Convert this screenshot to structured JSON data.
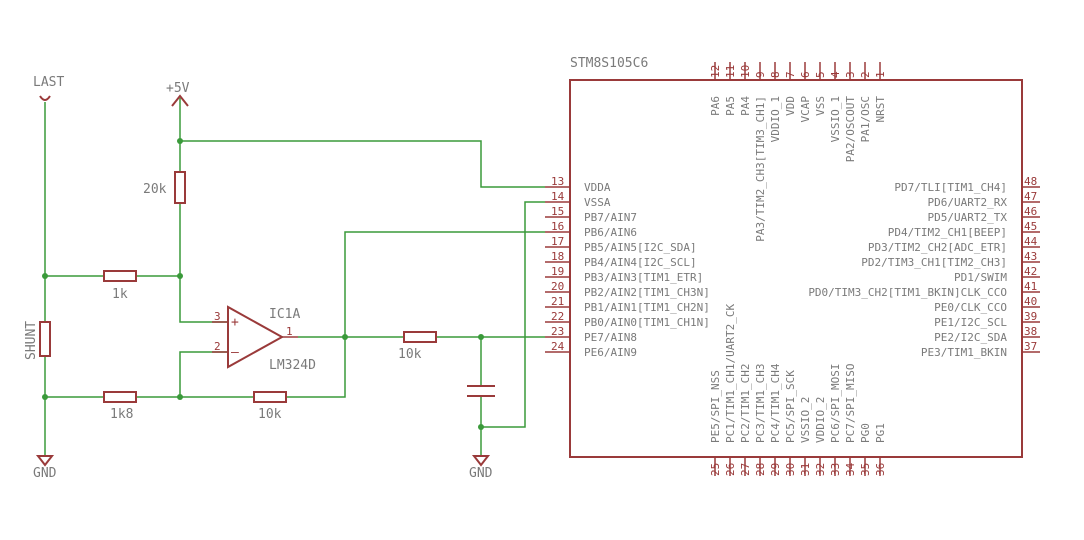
{
  "labels": {
    "last": "LAST",
    "vcc": "+5V",
    "gnd_left": "GND",
    "gnd_cap": "GND",
    "r_top": "20k",
    "r_1k": "1k",
    "r_1k8": "1k8",
    "r_10k_fb": "10k",
    "r_10k_out": "10k",
    "shunt": "SHUNT",
    "opamp_name": "IC1A",
    "opamp_value": "LM324D",
    "opamp_plus": "+",
    "opamp_minus": "–",
    "opamp_pin_plus": "3",
    "opamp_pin_minus": "2",
    "opamp_pin_out": "1",
    "mcu_name": "STM8S105C6"
  },
  "mcu": {
    "left_pins": [
      {
        "num": "13",
        "label": "VDDA"
      },
      {
        "num": "14",
        "label": "VSSA"
      },
      {
        "num": "15",
        "label": "PB7/AIN7"
      },
      {
        "num": "16",
        "label": "PB6/AIN6"
      },
      {
        "num": "17",
        "label": "PB5/AIN5[I2C_SDA]"
      },
      {
        "num": "18",
        "label": "PB4/AIN4[I2C_SCL]"
      },
      {
        "num": "19",
        "label": "PB3/AIN3[TIM1_ETR]"
      },
      {
        "num": "20",
        "label": "PB2/AIN2[TIM1_CH3N]"
      },
      {
        "num": "21",
        "label": "PB1/AIN1[TIM1_CH2N]"
      },
      {
        "num": "22",
        "label": "PB0/AIN0[TIM1_CH1N]"
      },
      {
        "num": "23",
        "label": "PE7/AIN8"
      },
      {
        "num": "24",
        "label": "PE6/AIN9"
      }
    ],
    "right_pins": [
      {
        "num": "48",
        "label": "PD7/TLI[TIM1_CH4]"
      },
      {
        "num": "47",
        "label": "PD6/UART2_RX"
      },
      {
        "num": "46",
        "label": "PD5/UART2_TX"
      },
      {
        "num": "45",
        "label": "PD4/TIM2_CH1[BEEP]"
      },
      {
        "num": "44",
        "label": "PD3/TIM2_CH2[ADC_ETR]"
      },
      {
        "num": "43",
        "label": "PD2/TIM3_CH1[TIM2_CH3]"
      },
      {
        "num": "42",
        "label": "PD1/SWIM"
      },
      {
        "num": "41",
        "label": "PD0/TIM3_CH2[TIM1_BKIN]CLK_CCO"
      },
      {
        "num": "40",
        "label": "PE0/CLK_CCO"
      },
      {
        "num": "39",
        "label": "PE1/I2C_SCL"
      },
      {
        "num": "38",
        "label": "PE2/I2C_SDA"
      },
      {
        "num": "37",
        "label": "PE3/TIM1_BKIN"
      }
    ],
    "top_pins": [
      {
        "num": "12",
        "label": "PA6"
      },
      {
        "num": "11",
        "label": "PA5"
      },
      {
        "num": "10",
        "label": "PA4"
      },
      {
        "num": "9",
        "label": "PA3/TIM2_CH3[TIM3_CH1]"
      },
      {
        "num": "8",
        "label": "VDDIO_1"
      },
      {
        "num": "7",
        "label": "VDD"
      },
      {
        "num": "6",
        "label": "VCAP"
      },
      {
        "num": "5",
        "label": "VSS"
      },
      {
        "num": "4",
        "label": "VSSIO_1"
      },
      {
        "num": "3",
        "label": "PA2/OSCOUT"
      },
      {
        "num": "2",
        "label": "PA1/OSC"
      },
      {
        "num": "1",
        "label": "NRST"
      }
    ],
    "bottom_pins": [
      {
        "num": "25",
        "label": "PE5/SPI_NSS"
      },
      {
        "num": "26",
        "label": "PC1/TIM1_CH1/UART2_CK"
      },
      {
        "num": "27",
        "label": "PC2/TIM1_CH2"
      },
      {
        "num": "28",
        "label": "PC3/TIM1_CH3"
      },
      {
        "num": "29",
        "label": "PC4/TIM1_CH4"
      },
      {
        "num": "30",
        "label": "PC5/SPI_SCK"
      },
      {
        "num": "31",
        "label": "VSSIO_2"
      },
      {
        "num": "32",
        "label": "VDDIO_2"
      },
      {
        "num": "33",
        "label": "PC6/SPI_MOSI"
      },
      {
        "num": "34",
        "label": "PC7/SPI_MISO"
      },
      {
        "num": "35",
        "label": "PG0"
      },
      {
        "num": "36",
        "label": "PG1"
      }
    ]
  }
}
